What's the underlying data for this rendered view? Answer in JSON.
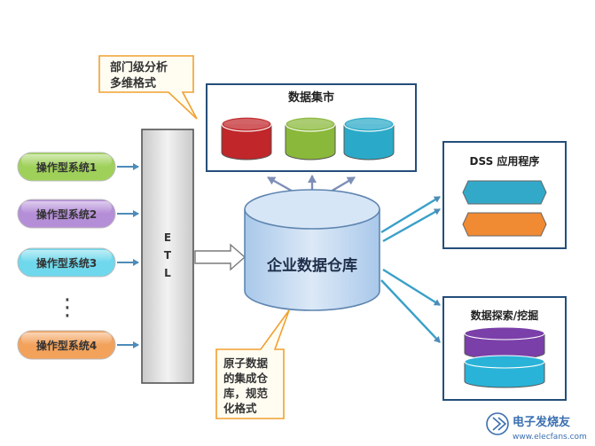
{
  "callout_top": {
    "line1": "部门级分析",
    "line2": "多维格式"
  },
  "data_mart": {
    "title": "数据集市",
    "colors": [
      "#c0262a",
      "#8ab83a",
      "#2aaac8"
    ]
  },
  "sources": [
    {
      "label": "操作型系统1",
      "color": "#9fd15a"
    },
    {
      "label": "操作型系统2",
      "color": "#b58ed8"
    },
    {
      "label": "操作型系统3",
      "color": "#6fd8ec"
    },
    {
      "label": "操作型系统4",
      "color": "#f3a25c"
    }
  ],
  "ellipsis": "⋮",
  "etl": {
    "letters": [
      "E",
      "T",
      "L"
    ]
  },
  "warehouse": {
    "label": "企业数据仓库",
    "color": "#bcd6f0"
  },
  "callout_bottom": {
    "lines": [
      "原子数据",
      "的集成仓",
      "库，规范",
      "化格式"
    ]
  },
  "dss": {
    "title": "DSS 应用程序",
    "colors": [
      "#33a9c9",
      "#f08a33"
    ]
  },
  "mining": {
    "title": "数据探索/挖掘",
    "colors": [
      "#7a3fa8",
      "#2ab3d8"
    ]
  },
  "watermark": {
    "brand": "电子发烧友",
    "url": "www.elecfans.com"
  }
}
